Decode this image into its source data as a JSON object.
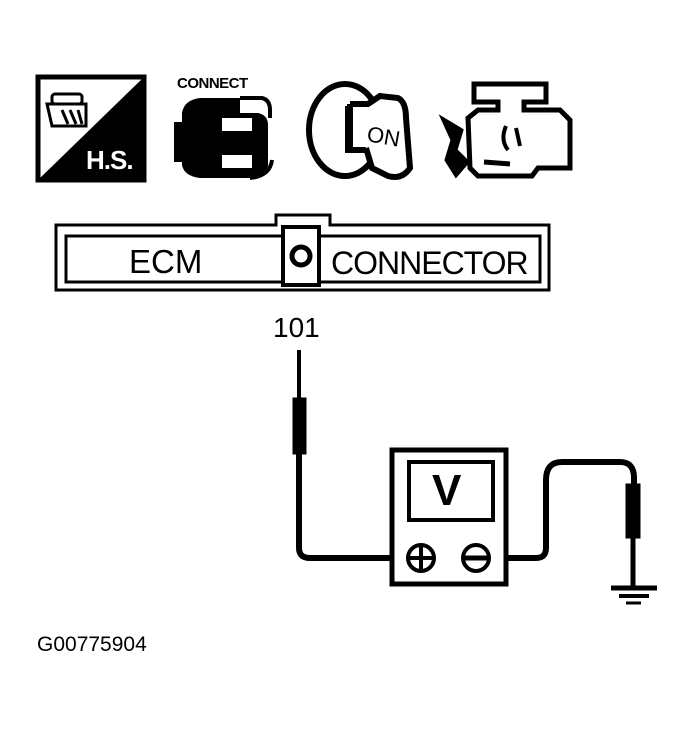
{
  "icons": {
    "hs": {
      "label": "H.S."
    },
    "connect": {
      "label": "CONNECT"
    },
    "ignition": {
      "label": "ON"
    },
    "engine": {
      "label": ""
    }
  },
  "connector": {
    "left_label": "ECM",
    "right_label": "CONNECTOR"
  },
  "terminal": {
    "number": "101"
  },
  "meter": {
    "display": "V",
    "positive_symbol": "+",
    "negative_symbol": "−"
  },
  "figure_id": "G00775904",
  "colors": {
    "ink": "#000000",
    "paper": "#ffffff"
  }
}
